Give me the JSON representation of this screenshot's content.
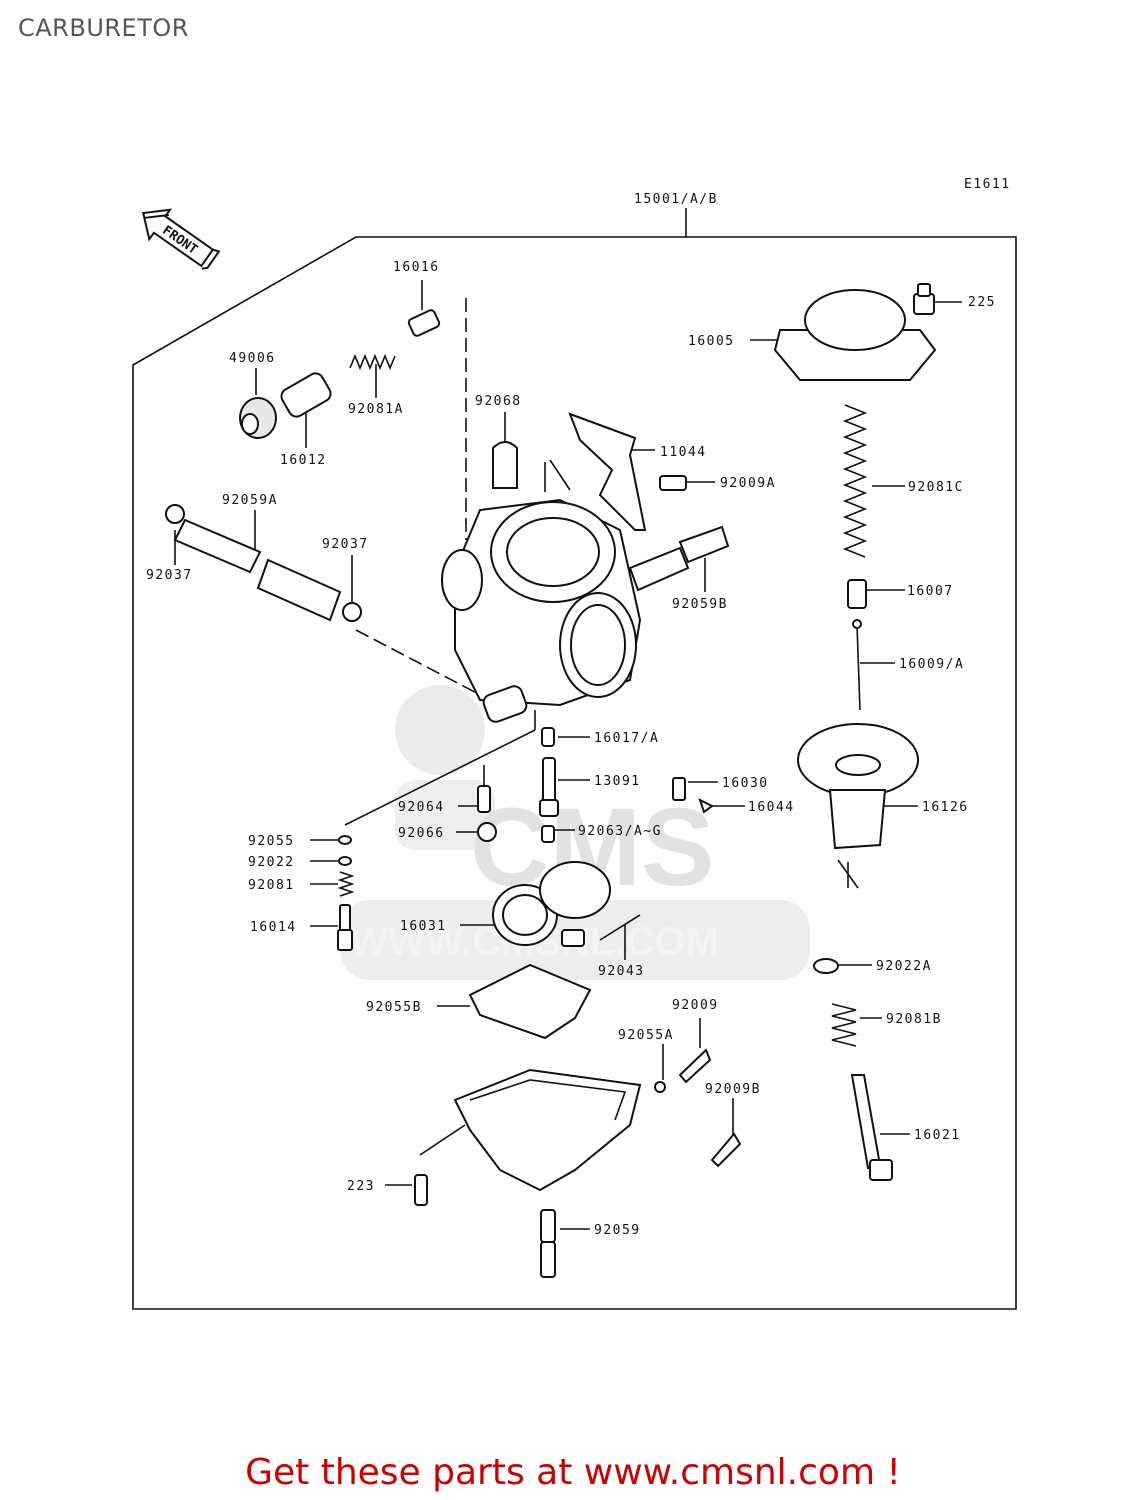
{
  "title": "CARBURETOR",
  "diagram_code": "E1611",
  "front_label": "FRONT",
  "watermark": {
    "logo": "CMS",
    "site": "WWW.CMSNL.COM"
  },
  "assembly_label": "15001/A/B",
  "labels": {
    "p16016": "16016",
    "p49006": "49006",
    "p92081A": "92081A",
    "p16012": "16012",
    "p92068": "92068",
    "p11044": "11044",
    "p92009A": "92009A",
    "p92059A": "92059A",
    "p92037a": "92037",
    "p92037b": "92037",
    "p92059B": "92059B",
    "p225": "225",
    "p16005": "16005",
    "p92081C": "92081C",
    "p16007": "16007",
    "p16009A": "16009/A",
    "p16017A": "16017/A",
    "p13091": "13091",
    "p16030": "16030",
    "p16044": "16044",
    "p16126": "16126",
    "p92064": "92064",
    "p92055": "92055",
    "p92066": "92066",
    "p92063AG": "92063/A~G",
    "p92022": "92022",
    "p92081": "92081",
    "p16014": "16014",
    "p16031": "16031",
    "p92043": "92043",
    "p92022A": "92022A",
    "p92055B": "92055B",
    "p92009": "92009",
    "p92055A": "92055A",
    "p92081B": "92081B",
    "p92009B": "92009B",
    "p16021": "16021",
    "p223": "223",
    "p92059": "92059"
  },
  "footer_cta": "Get these parts at www.cmsnl.com !",
  "colors": {
    "cta": "#cc0000",
    "title": "#555555",
    "line": "#111111",
    "watermark": "#dedede"
  }
}
